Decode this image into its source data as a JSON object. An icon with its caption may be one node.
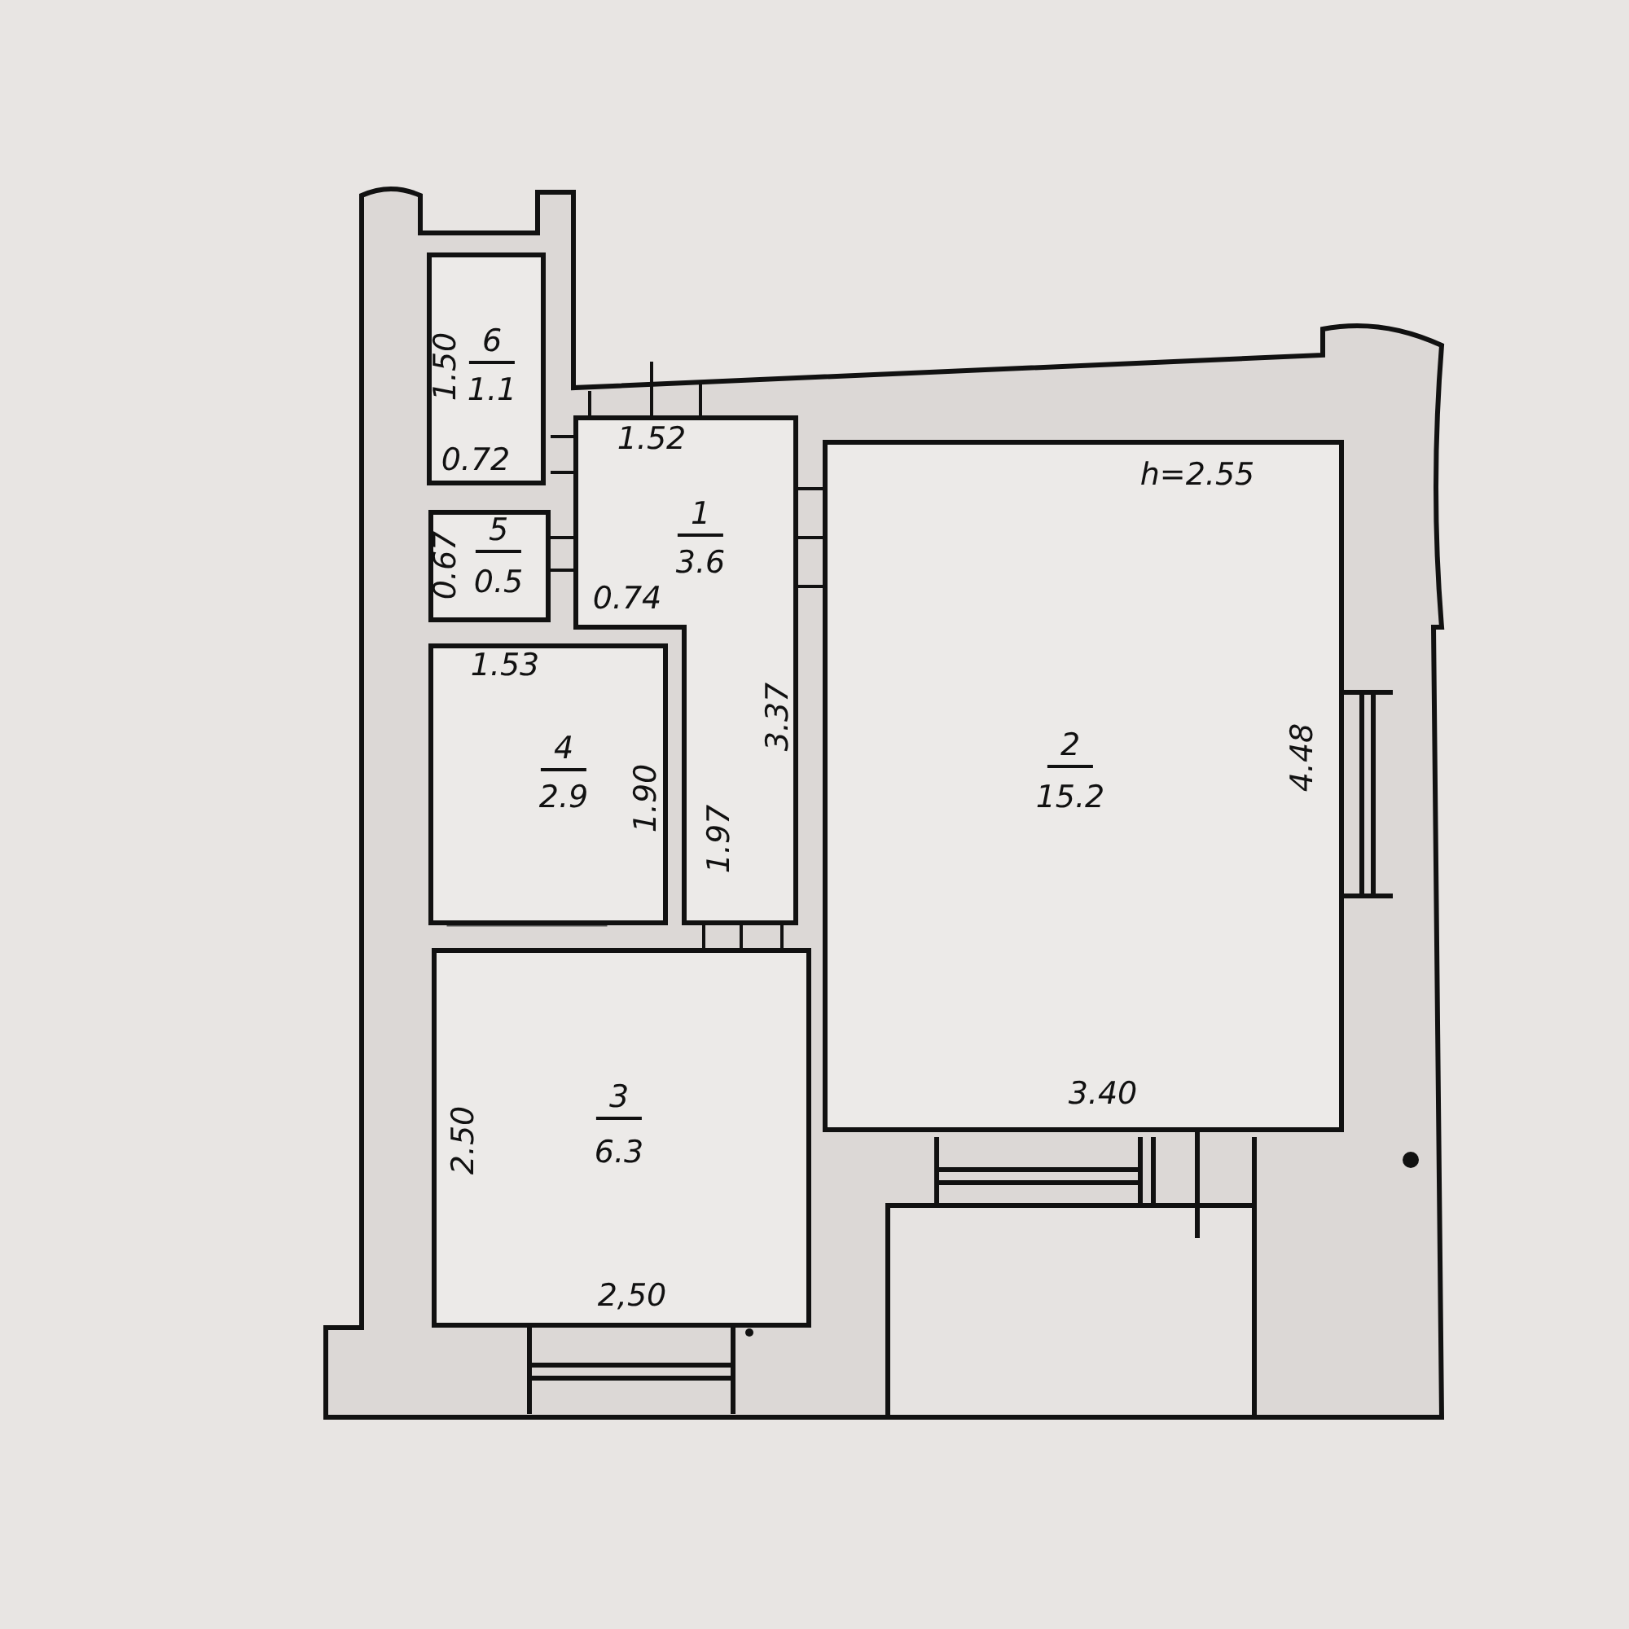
{
  "diagram": {
    "nodes": [
      {
        "text": [
          "1.50",
          "6",
          "1.1",
          "0.72"
        ]
      },
      {
        "text": [
          "0.67",
          "5",
          "0.5"
        ]
      },
      {
        "text": [
          "1.52",
          "1",
          "3.6",
          "0.74",
          "3.37",
          "1.97"
        ]
      },
      {
        "text": [
          "h=2.55",
          "2",
          "15.2",
          "4.48",
          "3.40"
        ]
      },
      {
        "text": [
          "1.53",
          "4",
          "2.9",
          "1.90"
        ]
      },
      {
        "text": [
          "2.50",
          "3",
          "6.3",
          "2,50"
        ]
      }
    ]
  }
}
